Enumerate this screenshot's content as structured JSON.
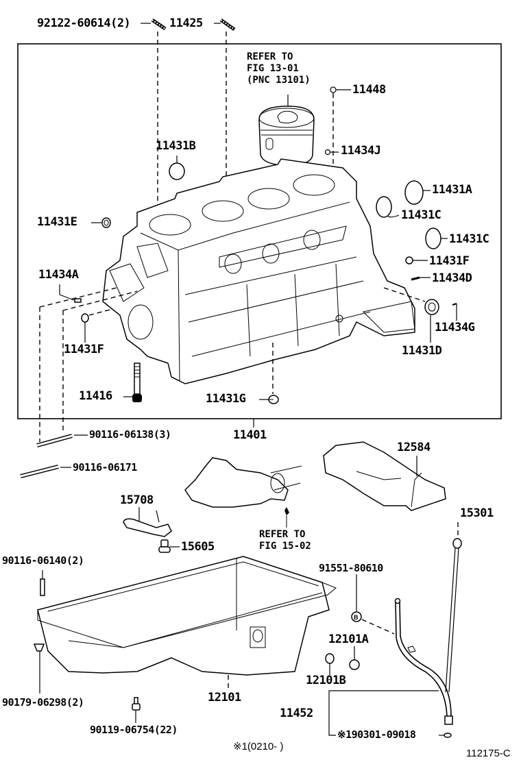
{
  "diagram": {
    "figure_id": "112175-C",
    "footnote": "※1(0210-      )",
    "refer_notes": [
      {
        "lines": [
          "REFER TO",
          "FIG 13-01",
          "(PNC 13101)"
        ]
      },
      {
        "lines": [
          "REFER TO",
          "FIG 15-02"
        ]
      }
    ],
    "parts": {
      "p92122": "92122-60614(2)",
      "p11425": "11425",
      "p11448": "11448",
      "p11434J": "11434J",
      "p11431B": "11431B",
      "p11431A": "11431A",
      "p11431C_1": "11431C",
      "p11431C_2": "11431C",
      "p11431E": "11431E",
      "p11431F_r": "11431F",
      "p11434D": "11434D",
      "p11434A": "11434A",
      "p11434G": "11434G",
      "p11431F_l": "11431F",
      "p11431D": "11431D",
      "p11416": "11416",
      "p11431G": "11431G",
      "p11401": "11401",
      "p90116_06138": "90116-06138(3)",
      "p90116_06171": "90116-06171",
      "p12584": "12584",
      "p15708": "15708",
      "p15301": "15301",
      "p15605": "15605",
      "p90116_06140": "90116-06140(2)",
      "p91551": "91551-80610",
      "p12101A": "12101A",
      "p12101B": "12101B",
      "p90179": "90179-06298(2)",
      "p12101": "12101",
      "p11452": "11452",
      "p90119": "90119-06754(22)",
      "p190301": "※190301-09018"
    }
  }
}
